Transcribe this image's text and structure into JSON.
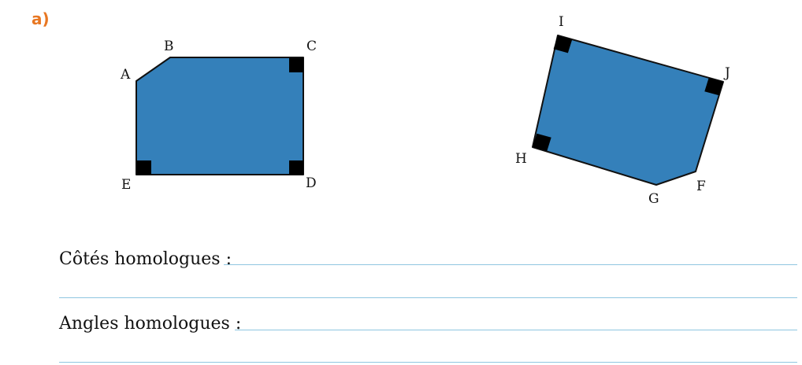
{
  "exercise": {
    "part_label": "a)"
  },
  "figure_left": {
    "vertices": [
      "A",
      "B",
      "C",
      "D",
      "E"
    ],
    "fill_color": "#3480ba",
    "right_angles_at": [
      "C",
      "D",
      "E"
    ]
  },
  "figure_right": {
    "vertices": [
      "I",
      "J",
      "F",
      "G",
      "H"
    ],
    "fill_color": "#3480ba",
    "right_angles_at": [
      "I",
      "J",
      "H"
    ]
  },
  "answers": {
    "sides_label": "Côtés homologues :",
    "angles_label": "Angles homologues :"
  },
  "colors": {
    "accent": "#e87722",
    "shape_fill": "#3480ba",
    "rule_line": "#8fc6e0"
  }
}
